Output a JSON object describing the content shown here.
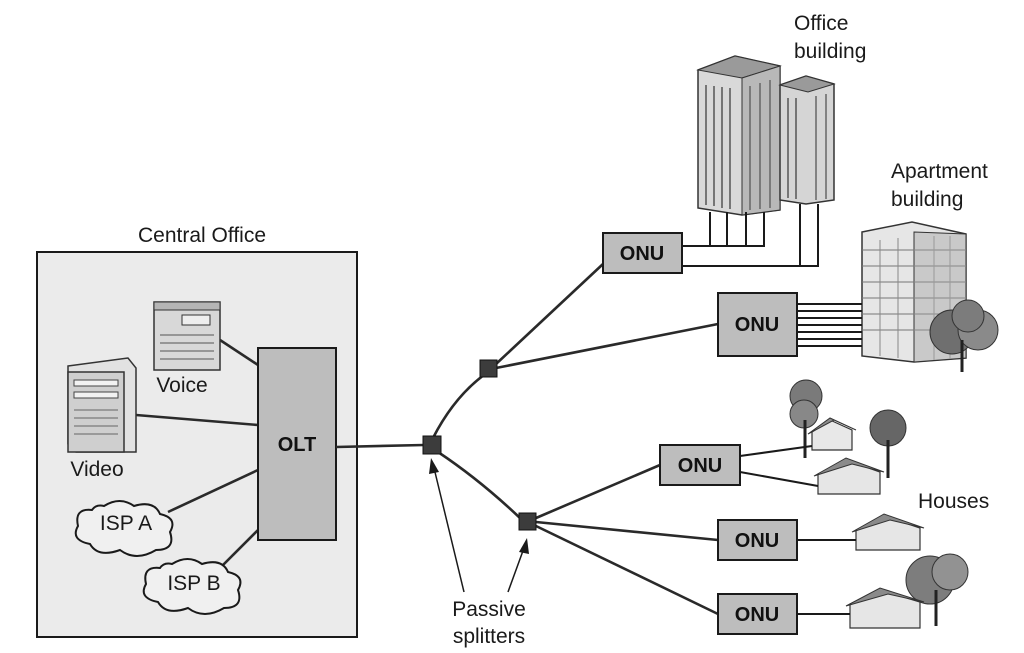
{
  "central_office": {
    "title": "Central Office"
  },
  "olt": {
    "label": "OLT"
  },
  "sources": {
    "voice": "Voice",
    "video": "Video",
    "isp_a": "ISP A",
    "isp_b": "ISP B"
  },
  "onu_label": "ONU",
  "splitters": {
    "label_line1": "Passive",
    "label_line2": "splitters"
  },
  "destinations": {
    "office_line1": "Office",
    "office_line2": "building",
    "apartment_line1": "Apartment",
    "apartment_line2": "building",
    "houses": "Houses"
  },
  "colors": {
    "box_fill": "#bdbdbd",
    "splitter_fill": "#3c3c3c",
    "line": "#2a2a2a"
  }
}
